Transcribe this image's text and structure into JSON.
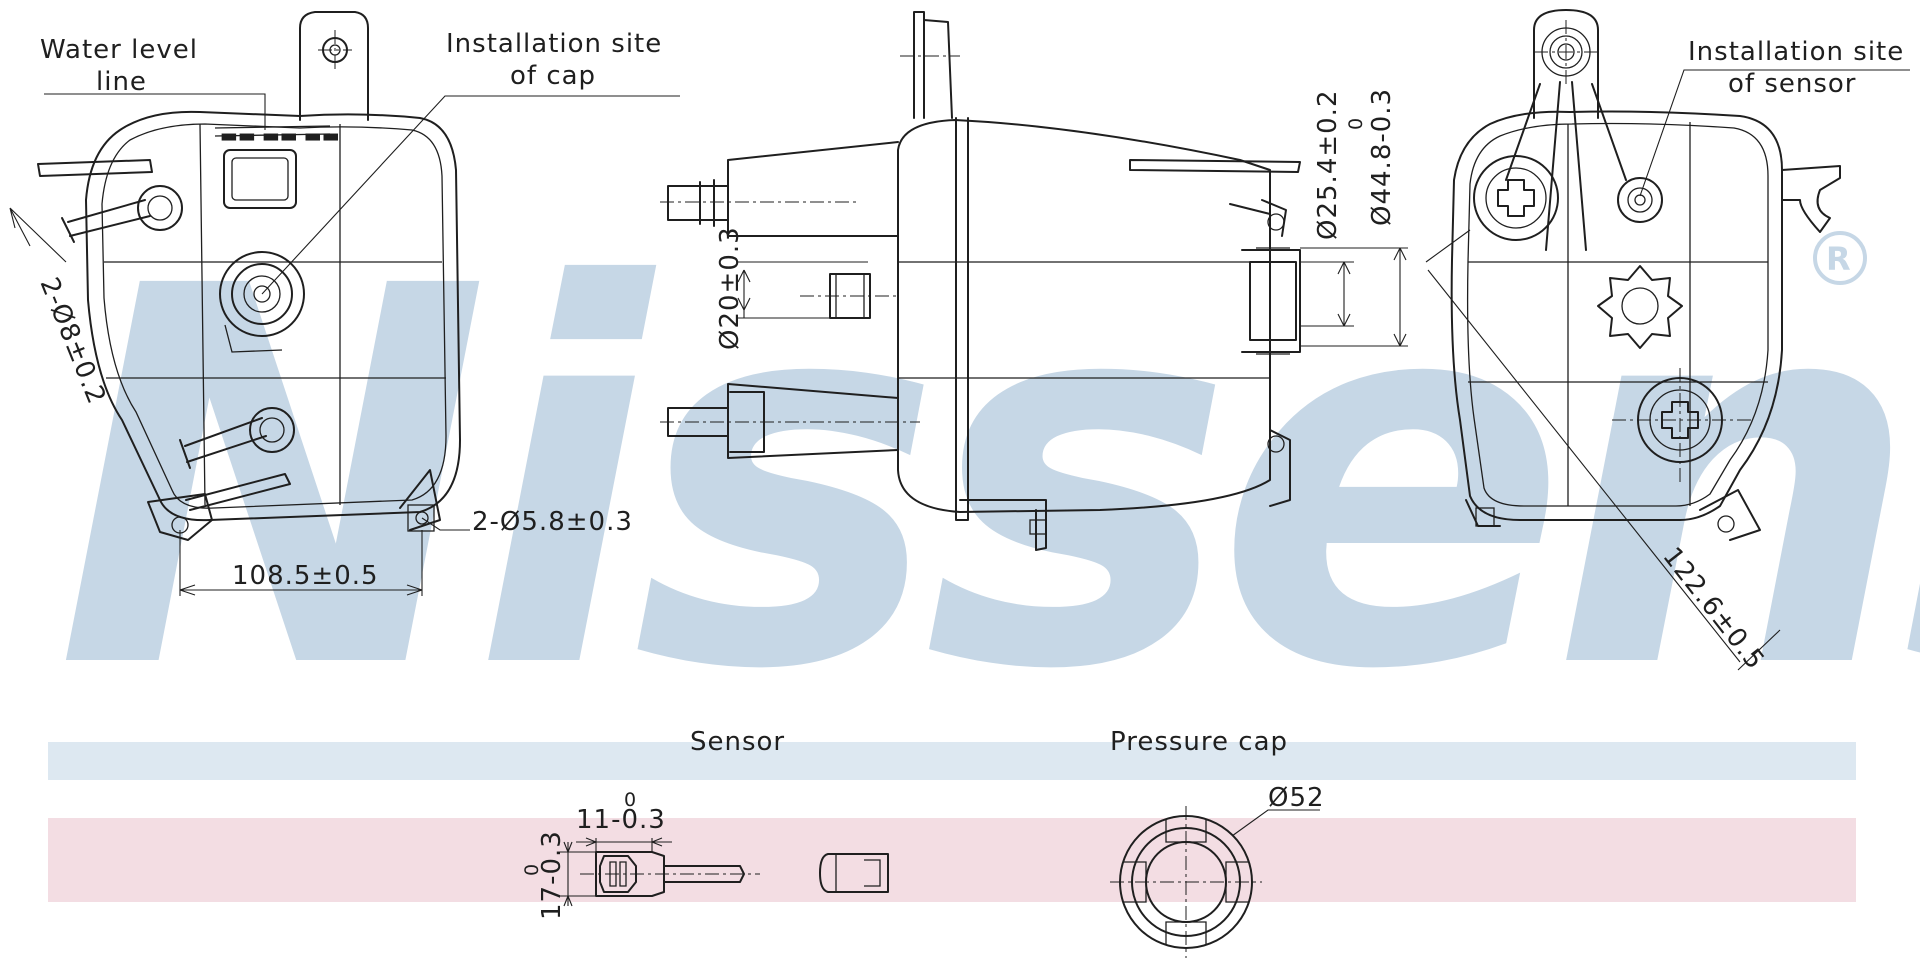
{
  "watermark": {
    "brand": "Nissens"
  },
  "labels": {
    "water_level_1": "Water level",
    "water_level_2": "line",
    "cap_site_1": "Installation site",
    "cap_site_2": "of cap",
    "sensor_site_1": "Installation site",
    "sensor_site_2": "of sensor"
  },
  "dimensions": {
    "left_holes": "2-Ø8±0.2",
    "width": "108.5±0.5",
    "mount_holes": "2-Ø5.8±0.3",
    "pipe_dia": "Ø20±0.3",
    "outlet_dia": "Ø25.4±0.2",
    "outlet_outer_tol_upper": "0",
    "outlet_outer": "Ø44.8-0.3",
    "diagonal": "122.6±0.5",
    "sensor_len_tol_upper": "0",
    "sensor_len": "11-0.3",
    "sensor_height": "17-0.3",
    "sensor_height_tol_upper": "0",
    "cap_dia": "Ø52"
  },
  "legend": {
    "sensor": "Sensor",
    "pressure_cap": "Pressure cap"
  },
  "colors": {
    "watermark": "#c6d7e6",
    "blue_band": "#dde8f1",
    "pink_band": "#f3dde3",
    "line": "#1f1f1f"
  }
}
